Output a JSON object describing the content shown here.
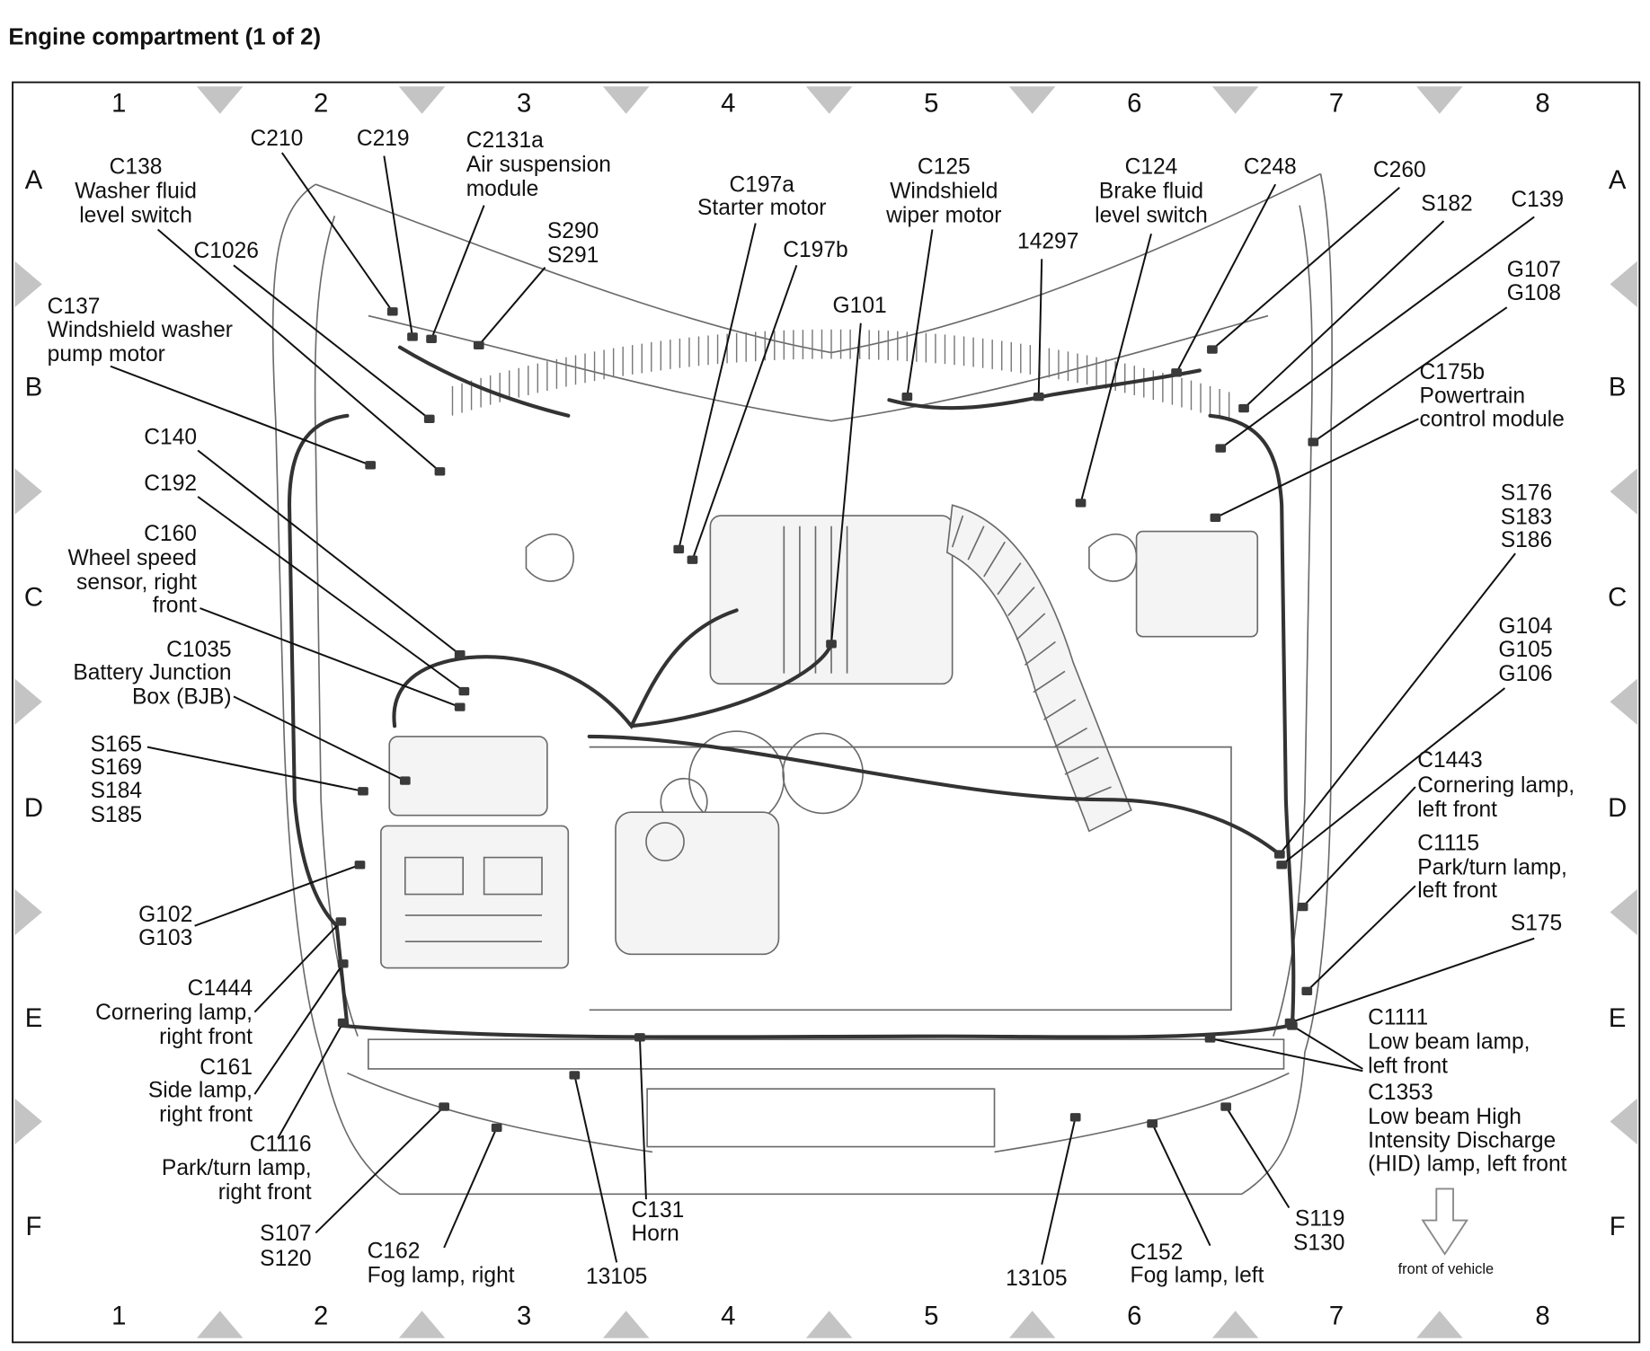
{
  "title": "Engine compartment (1 of 2)",
  "grid": {
    "columns": [
      "1",
      "2",
      "3",
      "4",
      "5",
      "6",
      "7",
      "8"
    ],
    "rows": [
      "A",
      "B",
      "C",
      "D",
      "E",
      "F"
    ]
  },
  "callouts": {
    "c210": [
      "C210"
    ],
    "c219": [
      "C219"
    ],
    "c2131a": [
      "C2131a",
      "Air suspension",
      "module"
    ],
    "c138": [
      "C138",
      "Washer fluid",
      "level switch"
    ],
    "c1026": [
      "C1026"
    ],
    "s290_s291": [
      "S290",
      "S291"
    ],
    "c137": [
      "C137",
      "Windshield washer",
      "pump motor"
    ],
    "c197a": [
      "C197a",
      "Starter motor"
    ],
    "c197b": [
      "C197b"
    ],
    "c125": [
      "C125",
      "Windshield",
      "wiper motor"
    ],
    "w14297": [
      "14297"
    ],
    "c124": [
      "C124",
      "Brake fluid",
      "level switch"
    ],
    "c248": [
      "C248"
    ],
    "c260": [
      "C260"
    ],
    "s182": [
      "S182"
    ],
    "c139": [
      "C139"
    ],
    "g107_g108": [
      "G107",
      "G108"
    ],
    "g101": [
      "G101"
    ],
    "c175b": [
      "C175b",
      "Powertrain",
      "control module"
    ],
    "c140": [
      "C140"
    ],
    "c192": [
      "C192"
    ],
    "c160": [
      "C160",
      "Wheel speed",
      "sensor, right",
      "front"
    ],
    "s176_s183_s186": [
      "S176",
      "S183",
      "S186"
    ],
    "c1035": [
      "C1035",
      "Battery Junction",
      "Box (BJB)"
    ],
    "g104_g105_g106": [
      "G104",
      "G105",
      "G106"
    ],
    "s165_s169_s184_s185": [
      "S165",
      "S169",
      "S184",
      "S185"
    ],
    "c1443": [
      "C1443",
      "Cornering lamp,",
      "left front"
    ],
    "c1115": [
      "C1115",
      "Park/turn lamp,",
      "left front"
    ],
    "g102_g103": [
      "G102",
      "G103"
    ],
    "s175": [
      "S175"
    ],
    "c1444": [
      "C1444",
      "Cornering lamp,",
      "right front"
    ],
    "c1111": [
      "C1111",
      "Low beam lamp,",
      "left front"
    ],
    "c1353": [
      "C1353",
      "Low beam High",
      "Intensity Discharge",
      "(HID) lamp, left front"
    ],
    "c161": [
      "C161",
      "Side lamp,",
      "right front"
    ],
    "c1116": [
      "C1116",
      "Park/turn lamp,",
      "right front"
    ],
    "s107_s120": [
      "S107",
      "S120"
    ],
    "c162": [
      "C162",
      "Fog lamp, right"
    ],
    "w13105_a": [
      "13105"
    ],
    "c131": [
      "C131",
      "Horn"
    ],
    "w13105_b": [
      "13105"
    ],
    "c152": [
      "C152",
      "Fog lamp, left"
    ],
    "s119_s130": [
      "S119",
      "S130"
    ]
  },
  "front_of_vehicle": {
    "label": "front of vehicle",
    "icon": "down-arrow-icon"
  },
  "colors": {
    "ink": "#111111",
    "marker": "#c4c4c4",
    "drawing": "#6a6a6a",
    "harness": "#333333"
  }
}
